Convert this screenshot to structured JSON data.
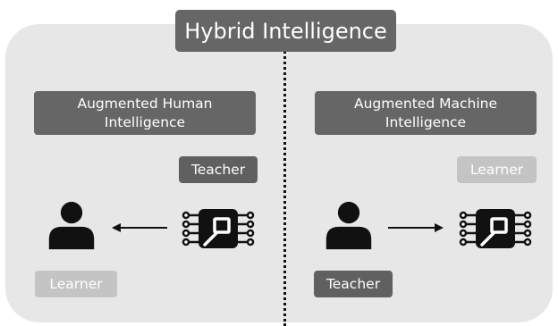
{
  "title": "Hybrid Intelligence",
  "left": {
    "heading_line1": "Augmented Human",
    "heading_line2": "Intelligence",
    "teacher": "Teacher",
    "learner": "Learner",
    "teacher_icon": "chip-icon",
    "learner_icon": "person-icon",
    "arrow_direction": "chip-to-person"
  },
  "right": {
    "heading_line1": "Augmented Machine",
    "heading_line2": "Intelligence",
    "teacher": "Teacher",
    "learner": "Learner",
    "teacher_icon": "person-icon",
    "learner_icon": "chip-icon",
    "arrow_direction": "person-to-chip"
  },
  "colors": {
    "panel": "#e7e7e7",
    "dark_box": "#666666",
    "active_tag": "#606060",
    "inactive_tag": "#c4c4c4",
    "icon": "#111111"
  }
}
